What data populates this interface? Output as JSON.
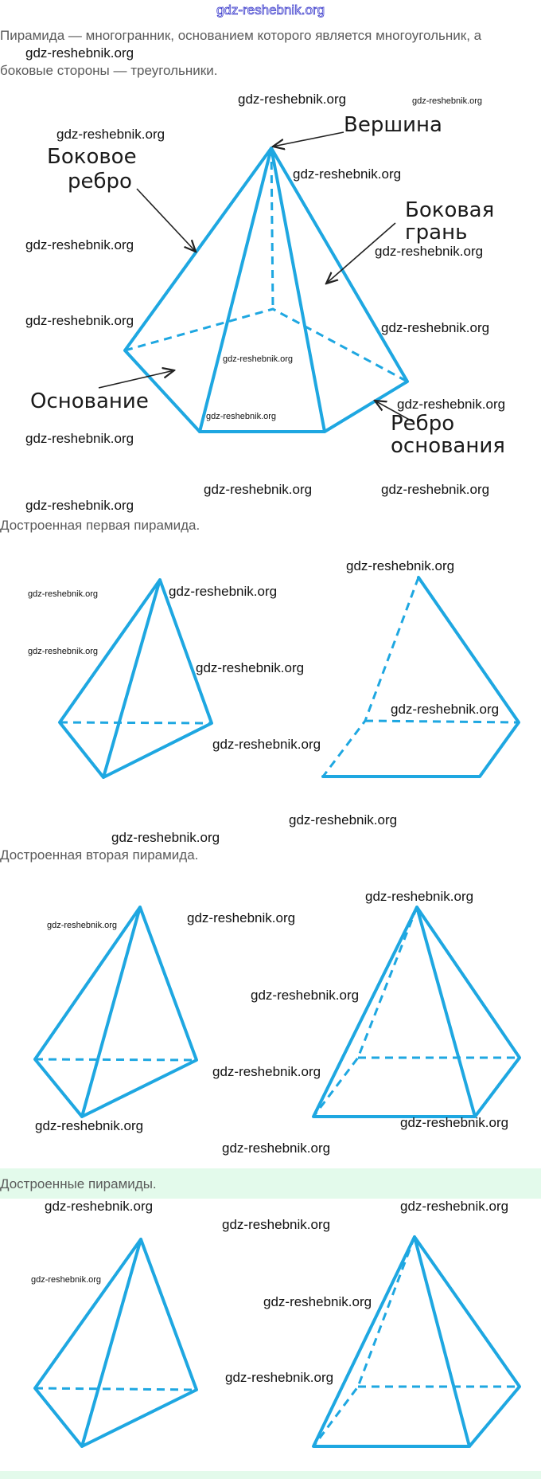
{
  "header": {
    "site": "gdz-reshebnik.org"
  },
  "intro": {
    "line1": "Пирамида — многогранник, основанием которого является многоугольник, а",
    "line2": "боковые стороны — треугольники."
  },
  "diagram1": {
    "apex": "Вершина",
    "lateral_edge_1": "Боковое",
    "lateral_edge_2": "ребро",
    "lateral_face_1": "Боковая",
    "lateral_face_2": "грань",
    "base": "Основание",
    "base_edge_1": "Ребро",
    "base_edge_2": "основания"
  },
  "captions": {
    "first": "Достроенная первая пирамида.",
    "second": "Достроенная вторая пирамида.",
    "both": "Достроенные пирамиды."
  },
  "watermark": "gdz-reshebnik.org",
  "colors": {
    "edge": "#1ea7e1",
    "highlight": "#e3faeb"
  }
}
